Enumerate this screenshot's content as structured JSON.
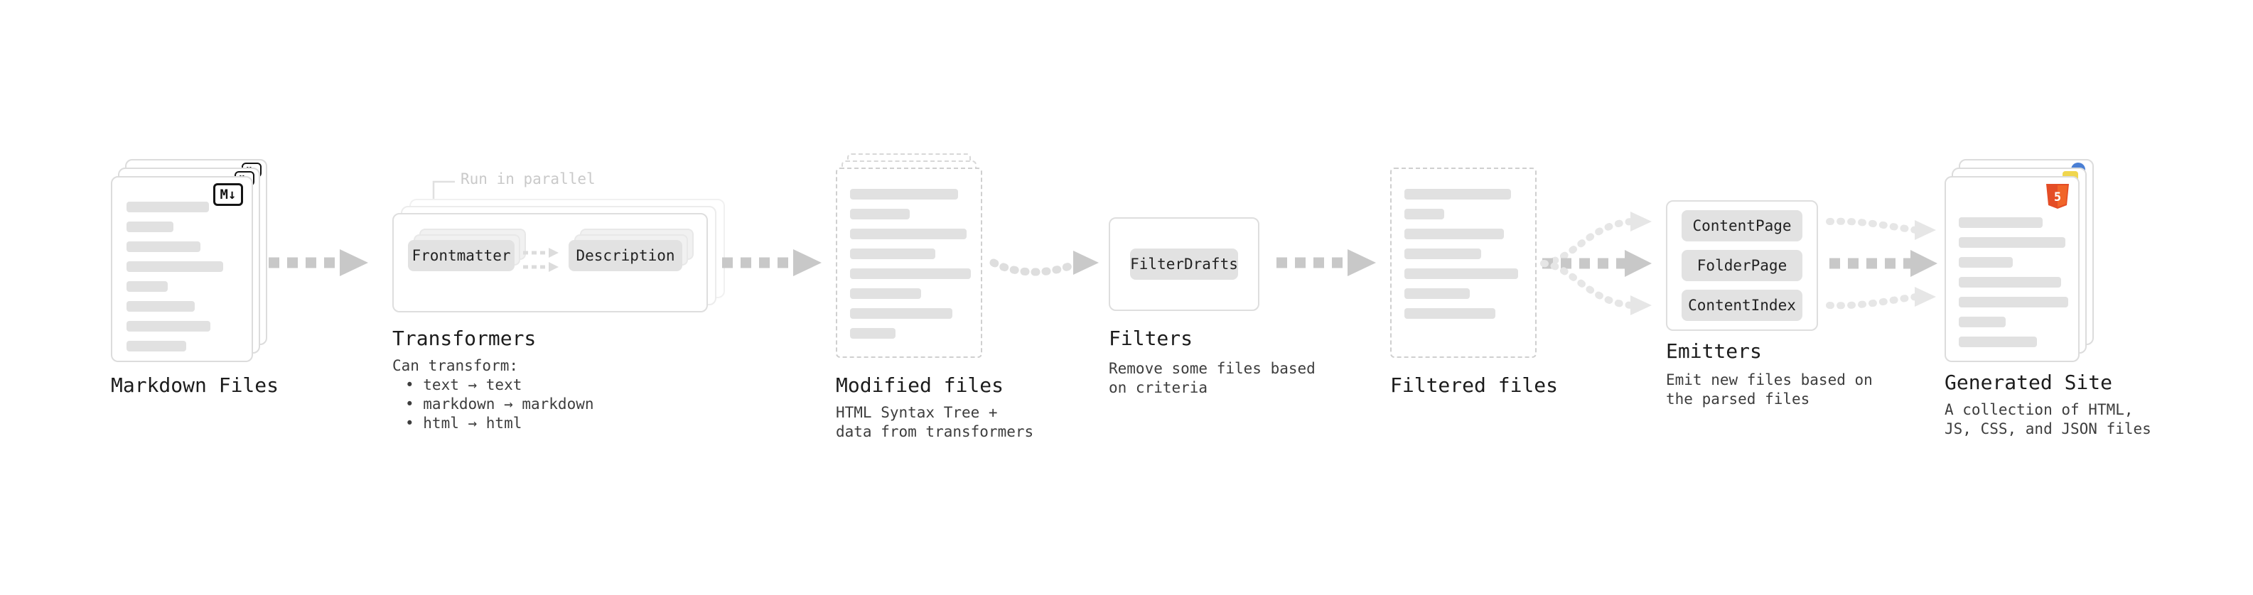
{
  "colors": {
    "background": "#ffffff",
    "card_border": "#dcdcdc",
    "text_bar": "#e1e1e1",
    "chip_bg": "#e2e2e2",
    "arrow": "#c8c8c8",
    "arrow_light": "#e6e6e6",
    "title_text": "#1c1c1c",
    "desc_text": "#3d3d3d",
    "muted_text": "#c9c9c9",
    "html5_orange": "#e44d26",
    "js_yellow": "#f0d64e",
    "css_blue": "#4a7fd4"
  },
  "nodes": {
    "markdown_files": {
      "title": "Markdown Files",
      "icon": "M↓"
    },
    "transformers": {
      "title": "Transformers",
      "parallel_label": "Run in parallel",
      "chips": [
        "Frontmatter",
        "Description"
      ],
      "desc": [
        "Can transform:",
        "• text → text",
        "• markdown → markdown",
        "• html → html"
      ]
    },
    "modified_files": {
      "title": "Modified files",
      "desc": [
        "HTML Syntax Tree +",
        "data from transformers"
      ]
    },
    "filters": {
      "title": "Filters",
      "chip": "FilterDrafts",
      "desc": [
        "Remove some files based",
        "on criteria"
      ]
    },
    "filtered_files": {
      "title": "Filtered files"
    },
    "emitters": {
      "title": "Emitters",
      "chips": [
        "ContentPage",
        "FolderPage",
        "ContentIndex"
      ],
      "desc": [
        "Emit new files based on",
        "the parsed files"
      ]
    },
    "generated_site": {
      "title": "Generated Site",
      "icon": "5",
      "desc": [
        "A collection of HTML,",
        "JS, CSS, and JSON files"
      ]
    }
  }
}
